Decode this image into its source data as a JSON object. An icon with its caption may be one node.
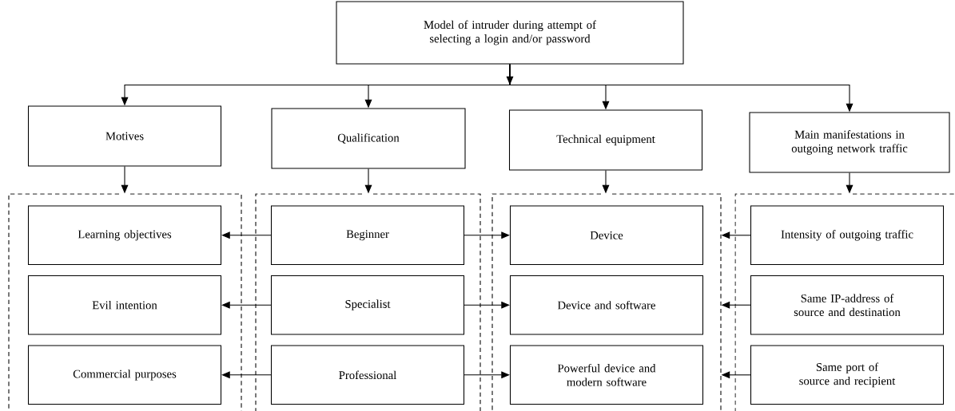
{
  "diagram": {
    "nodes": [
      {
        "text": [
          "Model of intruder during attempt of selecting a login and/or password"
        ]
      },
      {
        "text": [
          "Motives"
        ]
      },
      {
        "text": [
          "Qualification"
        ]
      },
      {
        "text": [
          "Technical equipment"
        ]
      },
      {
        "text": [
          "Main manifestations in outgoing network traffic"
        ]
      },
      {
        "text": [],
        "shape": "box"
      },
      {
        "text": [],
        "shape": "box"
      },
      {
        "text": [],
        "shape": "box"
      },
      {
        "text": [],
        "shape": "box"
      },
      {
        "text": [
          "Learning objectives"
        ],
        "in": 5
      },
      {
        "text": [
          "Beginner"
        ],
        "in": 6
      },
      {
        "text": [
          "Device"
        ],
        "in": 7
      },
      {
        "text": [
          "Intensity of outgoing traffic"
        ],
        "in": 8
      },
      {
        "text": [
          "Evil intention"
        ],
        "in": 5
      },
      {
        "text": [
          "Specialist"
        ],
        "in": 6
      },
      {
        "text": [
          "Device and software"
        ],
        "in": 7
      },
      {
        "text": [
          "Same IP-address of source and destination"
        ],
        "in": 8
      },
      {
        "text": [
          "Commercial purposes"
        ],
        "in": 5
      },
      {
        "text": [
          "Professional"
        ],
        "in": 6
      },
      {
        "text": [
          "Powerful device and modern software"
        ],
        "in": 7
      },
      {
        "text": [
          "Same port of source and recipient"
        ],
        "in": 8
      }
    ],
    "edges": [
      {
        "from": 0,
        "to": 1,
        "arrow": "to"
      },
      {
        "from": 0,
        "to": 2,
        "arrow": "to"
      },
      {
        "from": 0,
        "to": 3,
        "arrow": "to"
      },
      {
        "from": 0,
        "to": 4,
        "arrow": "to"
      },
      {
        "from": 1,
        "to": 5,
        "arrow": "to"
      },
      {
        "from": 2,
        "to": 6,
        "arrow": "to"
      },
      {
        "from": 3,
        "to": 7,
        "arrow": "to"
      },
      {
        "from": 4,
        "to": 8,
        "arrow": "to"
      },
      {
        "from": 10,
        "to": 9,
        "arrow": "to"
      },
      {
        "from": 10,
        "to": 11,
        "arrow": "to"
      },
      {
        "from": 14,
        "to": 13,
        "arrow": "to"
      },
      {
        "from": 14,
        "to": 15,
        "arrow": "to"
      },
      {
        "from": 18,
        "to": 17,
        "arrow": "to"
      },
      {
        "from": 18,
        "to": 19,
        "arrow": "to"
      },
      {
        "from": 12,
        "to": 7,
        "arrow": "to"
      },
      {
        "from": 16,
        "to": 7,
        "arrow": "to"
      },
      {
        "from": 20,
        "to": 7,
        "arrow": "to"
      }
    ]
  }
}
